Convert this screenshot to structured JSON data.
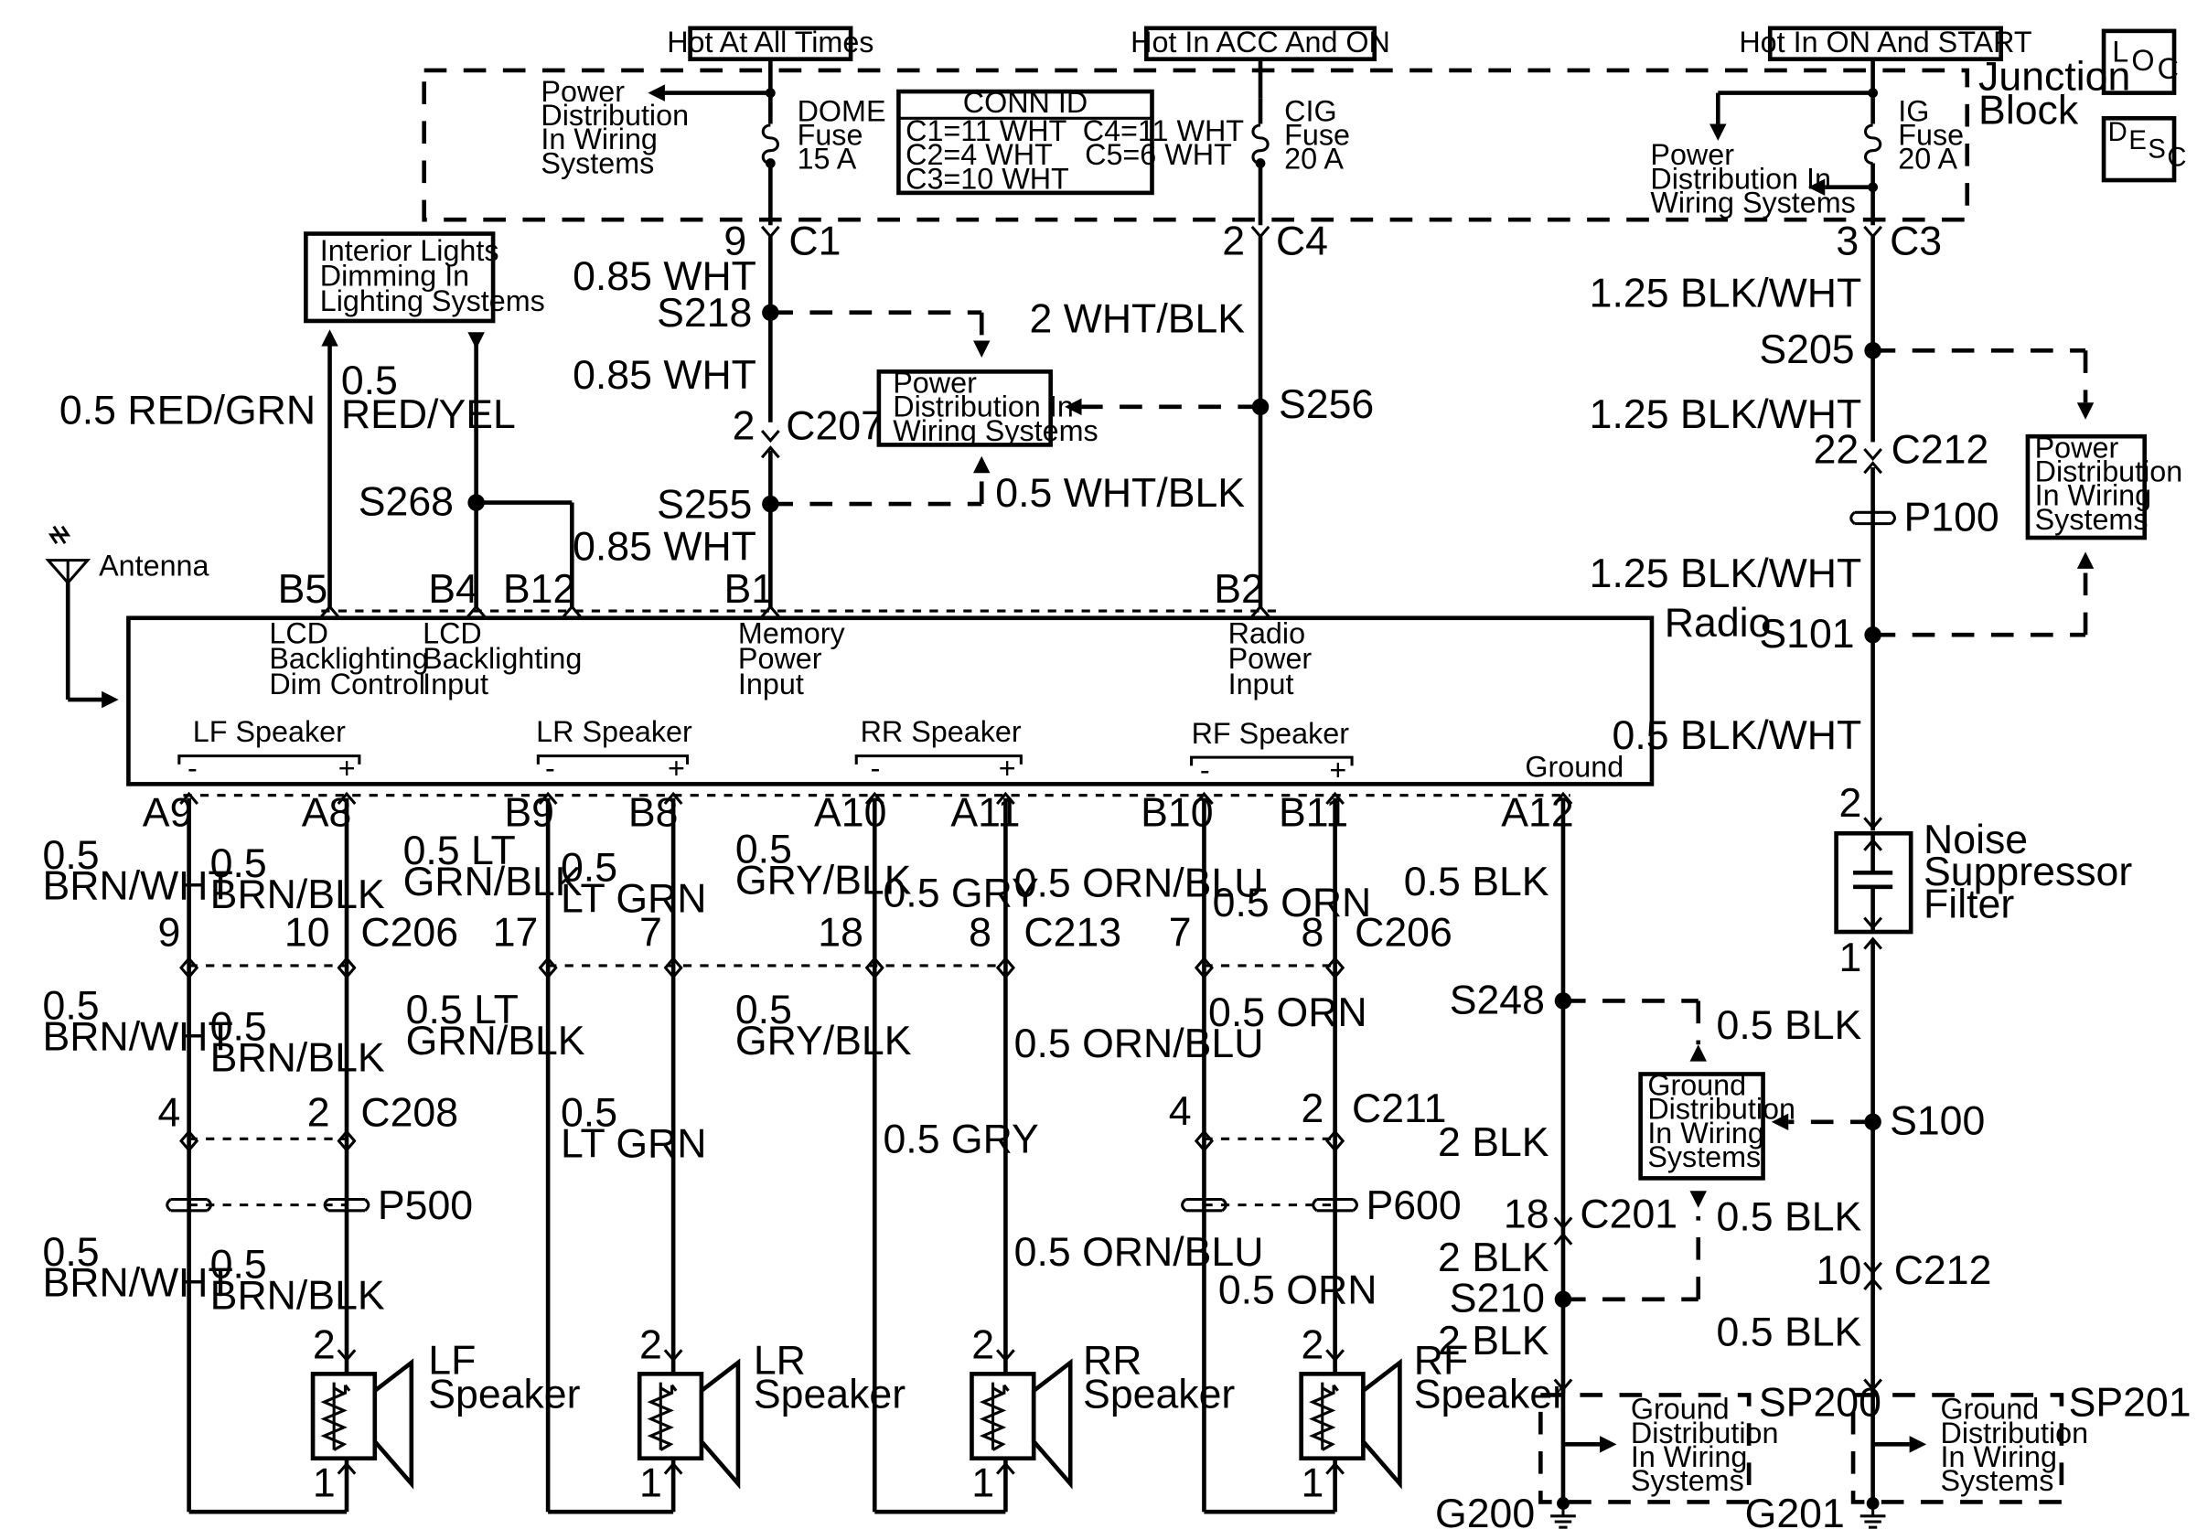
{
  "top_labels": {
    "hot_all": "Hot At All Times",
    "hot_acc": "Hot In ACC And ON",
    "hot_on": "Hot In ON And START"
  },
  "junction_block": {
    "title": [
      "Junction",
      "Block"
    ]
  },
  "loc_label": "LOC",
  "desc_label": "DESC",
  "fuses": {
    "dome": [
      "DOME",
      "Fuse",
      "15 A"
    ],
    "cig": [
      "CIG",
      "Fuse",
      "20 A"
    ],
    "ig": [
      "IG",
      "Fuse",
      "20 A"
    ]
  },
  "conn_id": {
    "title": "CONN ID",
    "rows": [
      "C1=11 WHT  C4=11 WHT",
      "C2=4 WHT    C5=6 WHT",
      "C3=10 WHT"
    ]
  },
  "refs": {
    "pd_wiring": [
      "Power",
      "Distribution",
      "In Wiring",
      "Systems"
    ],
    "pd_in_wiring": [
      "Power",
      "Distribution In",
      "Wiring Systems"
    ],
    "pd_center": [
      "Power",
      "Distribution In",
      "Wiring Systems"
    ],
    "pd_right": [
      "Power",
      "Distribution",
      "In Wiring",
      "Systems"
    ],
    "interior_lights": [
      "Interior Lights",
      "Dimming In",
      "Lighting Systems"
    ],
    "ground_dist": [
      "Ground",
      "Distribution",
      "In Wiring",
      "Systems"
    ]
  },
  "antenna_label": "Antenna",
  "radio": {
    "title": "Radio",
    "inputs": [
      [
        "LCD",
        "Backlighting",
        "Dim Control"
      ],
      [
        "LCD",
        "Backlighting",
        "Input"
      ],
      [
        "Memory",
        "Power",
        "Input"
      ],
      [
        "Radio",
        "Power",
        "Input"
      ]
    ],
    "speakers": [
      "LF Speaker",
      "LR Speaker",
      "RR Speaker",
      "RF Speaker"
    ],
    "ground": "Ground",
    "minus": "-",
    "plus": "+"
  },
  "pins_top": {
    "b5": "B5",
    "b4": "B4",
    "b12": "B12",
    "b1": "B1",
    "b2": "B2"
  },
  "pins_bottom": [
    "A9",
    "A8",
    "B9",
    "B8",
    "A10",
    "A11",
    "B10",
    "B11",
    "A12"
  ],
  "connectors": {
    "c1": "C1",
    "c4": "C4",
    "c3": "C3",
    "c207": "C207",
    "c212": "C212",
    "c206": "C206",
    "c213": "C213",
    "c208": "C208",
    "c211": "C211",
    "c201": "C201"
  },
  "cavities": {
    "c1": "9",
    "c4": "2",
    "c3": "3",
    "c207": "2",
    "c212": "22",
    "c206": [
      "9",
      "10"
    ],
    "c213": [
      "17",
      "7",
      "18",
      "8"
    ],
    "c206b": [
      "7",
      "8"
    ],
    "c208": [
      "4",
      "2"
    ],
    "c211": [
      "4",
      "2"
    ],
    "c201": "18",
    "c212b": "10",
    "nsf_top": "2",
    "nsf_bot": "1"
  },
  "splices": {
    "s218": "S218",
    "s255": "S255",
    "s256": "S256",
    "s268": "S268",
    "s205": "S205",
    "s101": "S101",
    "s248": "S248",
    "s100": "S100",
    "s210": "S210"
  },
  "inline": {
    "p100": "P100",
    "p500": "P500",
    "p600": "P600"
  },
  "splice_packs": {
    "sp200": "SP200",
    "sp201": "SP201"
  },
  "grounds": {
    "g200": "G200",
    "g201": "G201"
  },
  "nsf": [
    "Noise",
    "Suppressor",
    "Filter"
  ],
  "speakers": {
    "lf": [
      "LF",
      "Speaker"
    ],
    "lr": [
      "LR",
      "Speaker"
    ],
    "rr": [
      "RR",
      "Speaker"
    ],
    "rf": [
      "RF",
      "Speaker"
    ],
    "pin2": "2",
    "pin1": "1"
  },
  "wires": {
    "w_red_grn": "0.5 RED/GRN",
    "w_red_yel": [
      "0.5",
      "RED/YEL"
    ],
    "w_wht1": "0.85 WHT",
    "w_wht2": "0.85 WHT",
    "w_wht3": "0.85 WHT",
    "w_whtblk1": "2 WHT/BLK",
    "w_whtblk2": "0.5 WHT/BLK",
    "w_blkwht1": "1.25 BLK/WHT",
    "w_blkwht2": "1.25 BLK/WHT",
    "w_blkwht3": "1.25 BLK/WHT",
    "w_blkwht4": "0.5 BLK/WHT",
    "w_brnwht1": [
      "0.5",
      "BRN/WHT"
    ],
    "w_brnblk1": [
      "0.5",
      "BRN/BLK"
    ],
    "w_ltgrnblk1": [
      "0.5 LT",
      "GRN/BLK"
    ],
    "w_ltgrn1": [
      "0.5",
      "LT GRN"
    ],
    "w_gryblk1": [
      "0.5",
      "GRY/BLK"
    ],
    "w_gry1": "0.5 GRY",
    "w_ornblu1": "0.5 ORN/BLU",
    "w_orn1": "0.5 ORN",
    "w_blk_a12": "0.5 BLK",
    "w_brnwht2": [
      "0.5",
      "BRN/WHT"
    ],
    "w_brnblk2": [
      "0.5",
      "BRN/BLK"
    ],
    "w_ltgrnblk2": [
      "0.5 LT",
      "GRN/BLK"
    ],
    "w_gryblk2": [
      "0.5",
      "GRY/BLK"
    ],
    "w_ornblu2": "0.5 ORN/BLU",
    "w_orn2": "0.5 ORN",
    "w_ltgrn2": [
      "0.5",
      "LT GRN"
    ],
    "w_gry2": "0.5 GRY",
    "w_brnwht3": [
      "0.5",
      "BRN/WHT"
    ],
    "w_brnblk3": [
      "0.5",
      "BRN/BLK"
    ],
    "w_ornblu3": "0.5 ORN/BLU",
    "w_orn3": "0.5 ORN",
    "w_2blk1": "2 BLK",
    "w_2blk2": "2 BLK",
    "w_2blk3": "2 BLK",
    "w_blk_r1": "0.5 BLK",
    "w_blk_r2": "0.5 BLK",
    "w_blk_r3": "0.5 BLK"
  }
}
